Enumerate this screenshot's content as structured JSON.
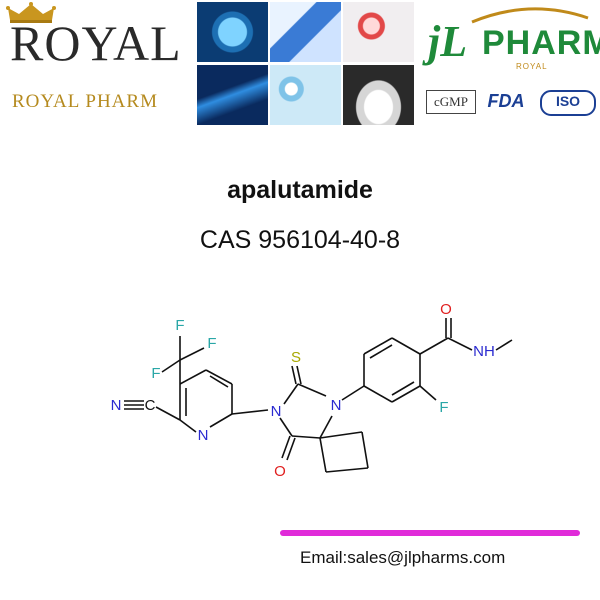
{
  "header": {
    "royal_logo": {
      "word": "ROYAL",
      "subtitle": "ROYAL PHARM",
      "crown_color": "#c9961f"
    },
    "photos": [
      {
        "name": "virus-image"
      },
      {
        "name": "lab-test-tubes-image"
      },
      {
        "name": "capsules-image"
      },
      {
        "name": "dna-helix-image"
      },
      {
        "name": "water-bubbles-image"
      },
      {
        "name": "powder-samples-image"
      }
    ],
    "jl_logo": {
      "mark": "jL",
      "name": "PHARM",
      "tagline": "ROYAL",
      "brand_color": "#1f8a3a",
      "certifications": [
        "cGMP",
        "FDA",
        "ISO"
      ]
    }
  },
  "product": {
    "name": "apalutamide",
    "cas": "CAS 956104-40-8"
  },
  "structure": {
    "atoms": {
      "F1": "F",
      "F2": "F",
      "F3": "F",
      "S": "S",
      "O_top": "O",
      "NH": "NH",
      "N_cyano": "N",
      "C_cyano": "C",
      "N_left": "N",
      "N_right": "N",
      "N_pyridine": "N",
      "F_aryl": "F",
      "O_carbonyl": "O"
    },
    "colors": {
      "fluorine": "#2aa7a7",
      "sulfur": "#a8a800",
      "oxygen": "#e02020",
      "nitrogen": "#2a2ad0",
      "bond": "#111111"
    }
  },
  "footer": {
    "accent_color": "#e02bd9",
    "email": "Email:sales@jlpharms.com"
  }
}
